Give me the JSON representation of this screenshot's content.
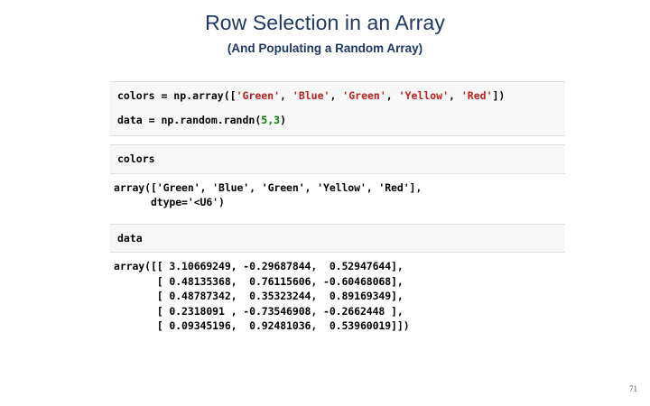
{
  "slide": {
    "title": "Row Selection in an Array",
    "subtitle": "(And Populating a Random Array)",
    "page_number": "71",
    "title_color": "#1f3864"
  },
  "notebook": {
    "cell1": {
      "line1_pre": "colors = np.array([",
      "line1_s1": "'Green'",
      "line1_c1": ", ",
      "line1_s2": "'Blue'",
      "line1_c2": ", ",
      "line1_s3": "'Green'",
      "line1_c3": ", ",
      "line1_s4": "'Yellow'",
      "line1_c4": ", ",
      "line1_s5": "'Red'",
      "line1_post": "])",
      "line2_pre": "data = np.random.randn(",
      "line2_n1": "5",
      "line2_comma": ",",
      "line2_n2": "3",
      "line2_post": ")"
    },
    "cell2": {
      "input": "colors",
      "output_line1": "array(['Green', 'Blue', 'Green', 'Yellow', 'Red'],",
      "output_line2": "      dtype='<U6')"
    },
    "cell3": {
      "input": "data",
      "output_line1": "array([[ 3.10669249, -0.29687844,  0.52947644],",
      "output_line2": "       [ 0.48135368,  0.76115606, -0.60468068],",
      "output_line3": "       [ 0.48787342,  0.35323244,  0.89169349],",
      "output_line4": "       [ 0.2318091 , -0.73546908, -0.2662448 ],",
      "output_line5": "       [ 0.09345196,  0.92481036,  0.53960019]])"
    },
    "colors_values": [
      "Green",
      "Blue",
      "Green",
      "Yellow",
      "Red"
    ],
    "dtype": "<U6",
    "random_shape": [
      5,
      3
    ],
    "data_matrix": [
      [
        3.10669249,
        -0.29687844,
        0.52947644
      ],
      [
        0.48135368,
        0.76115606,
        -0.60468068
      ],
      [
        0.48787342,
        0.35323244,
        0.89169349
      ],
      [
        0.2318091,
        -0.73546908,
        -0.2662448
      ],
      [
        0.09345196,
        0.92481036,
        0.53960019
      ]
    ],
    "string_token_color": "#ba2121",
    "number_token_color": "#008000",
    "cell_background": "#f7f7f7"
  }
}
